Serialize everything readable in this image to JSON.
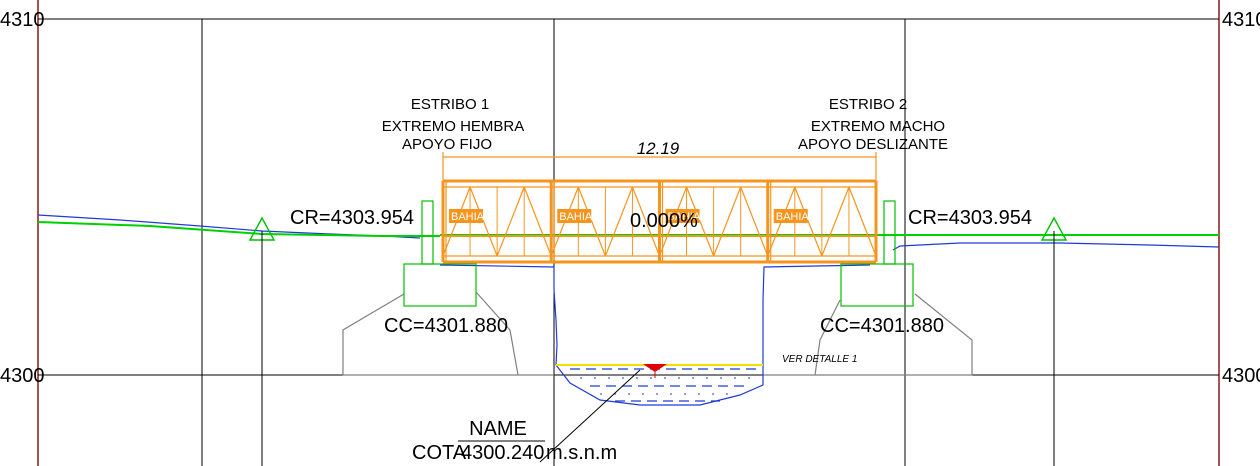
{
  "axis": {
    "elevation_top": "4310",
    "elevation_bottom": "4300"
  },
  "labels": {
    "estribo1": [
      "ESTRIBO 1",
      "EXTREMO HEMBRA",
      "APOYO FIJO"
    ],
    "estribo2": [
      "ESTRIBO 2",
      "EXTREMO MACHO",
      "APOYO DESLIZANTE"
    ],
    "span": "12.19",
    "slope": "0.000%",
    "cr_left": "CR=4303.954",
    "cr_right": "CR=4303.954",
    "cc_left": "CC=4301.880",
    "cc_right": "CC=4301.880",
    "detail": "VER DETALLE 1",
    "name": "NAME",
    "cota_label": "COTA",
    "cota_value": "4300.240",
    "cota_unit": "m.s.n.m"
  },
  "truss_panel_label": "BAHIA",
  "colors": {
    "grid": "#000000",
    "truss": "#f7941d",
    "road": "#00d000",
    "terrain": "#1f3bd6",
    "border": "#8b1a1a",
    "footing": "#00c000",
    "abutment": "#808080",
    "water_marker": "#e00000",
    "water_surface": "#f0e000"
  }
}
